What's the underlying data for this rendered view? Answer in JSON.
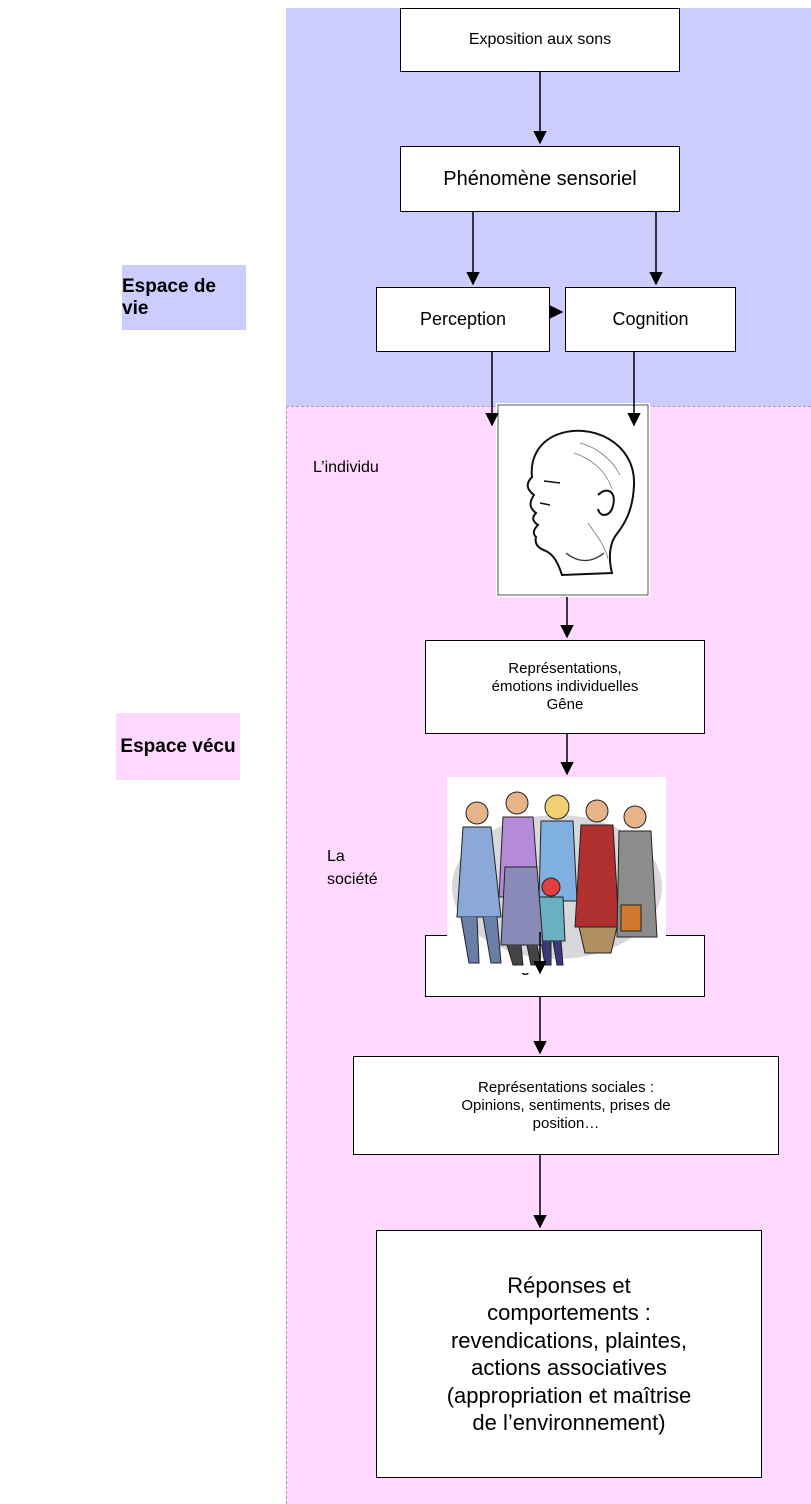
{
  "zones": {
    "top_label": "Espace de vie",
    "bottom_label": "Espace vécu",
    "top_color": "#ccccff",
    "bottom_color": "#ffd9ff"
  },
  "boxes": {
    "exposition": "Exposition aux sons",
    "phenomene": "Phénomène sensoriel",
    "perception": "Perception",
    "cognition": "Cognition",
    "representations_individuelles": "Représentations,\némotions individuelles\nGêne",
    "desagrement": "Désagrément collectif",
    "representations_sociales": "Représentations sociales :\nOpinions, sentiments, prises de\nposition…",
    "reponses": "Réponses et\ncomportements :\nrevendications, plaintes,\nactions associatives\n(appropriation et maîtrise\nde l’environnement)"
  },
  "labels": {
    "individu": "L’individu",
    "societe": "La\nsociété"
  },
  "illustrations": {
    "head": "head-profile-drawing",
    "group": "group-of-people-clipart"
  }
}
